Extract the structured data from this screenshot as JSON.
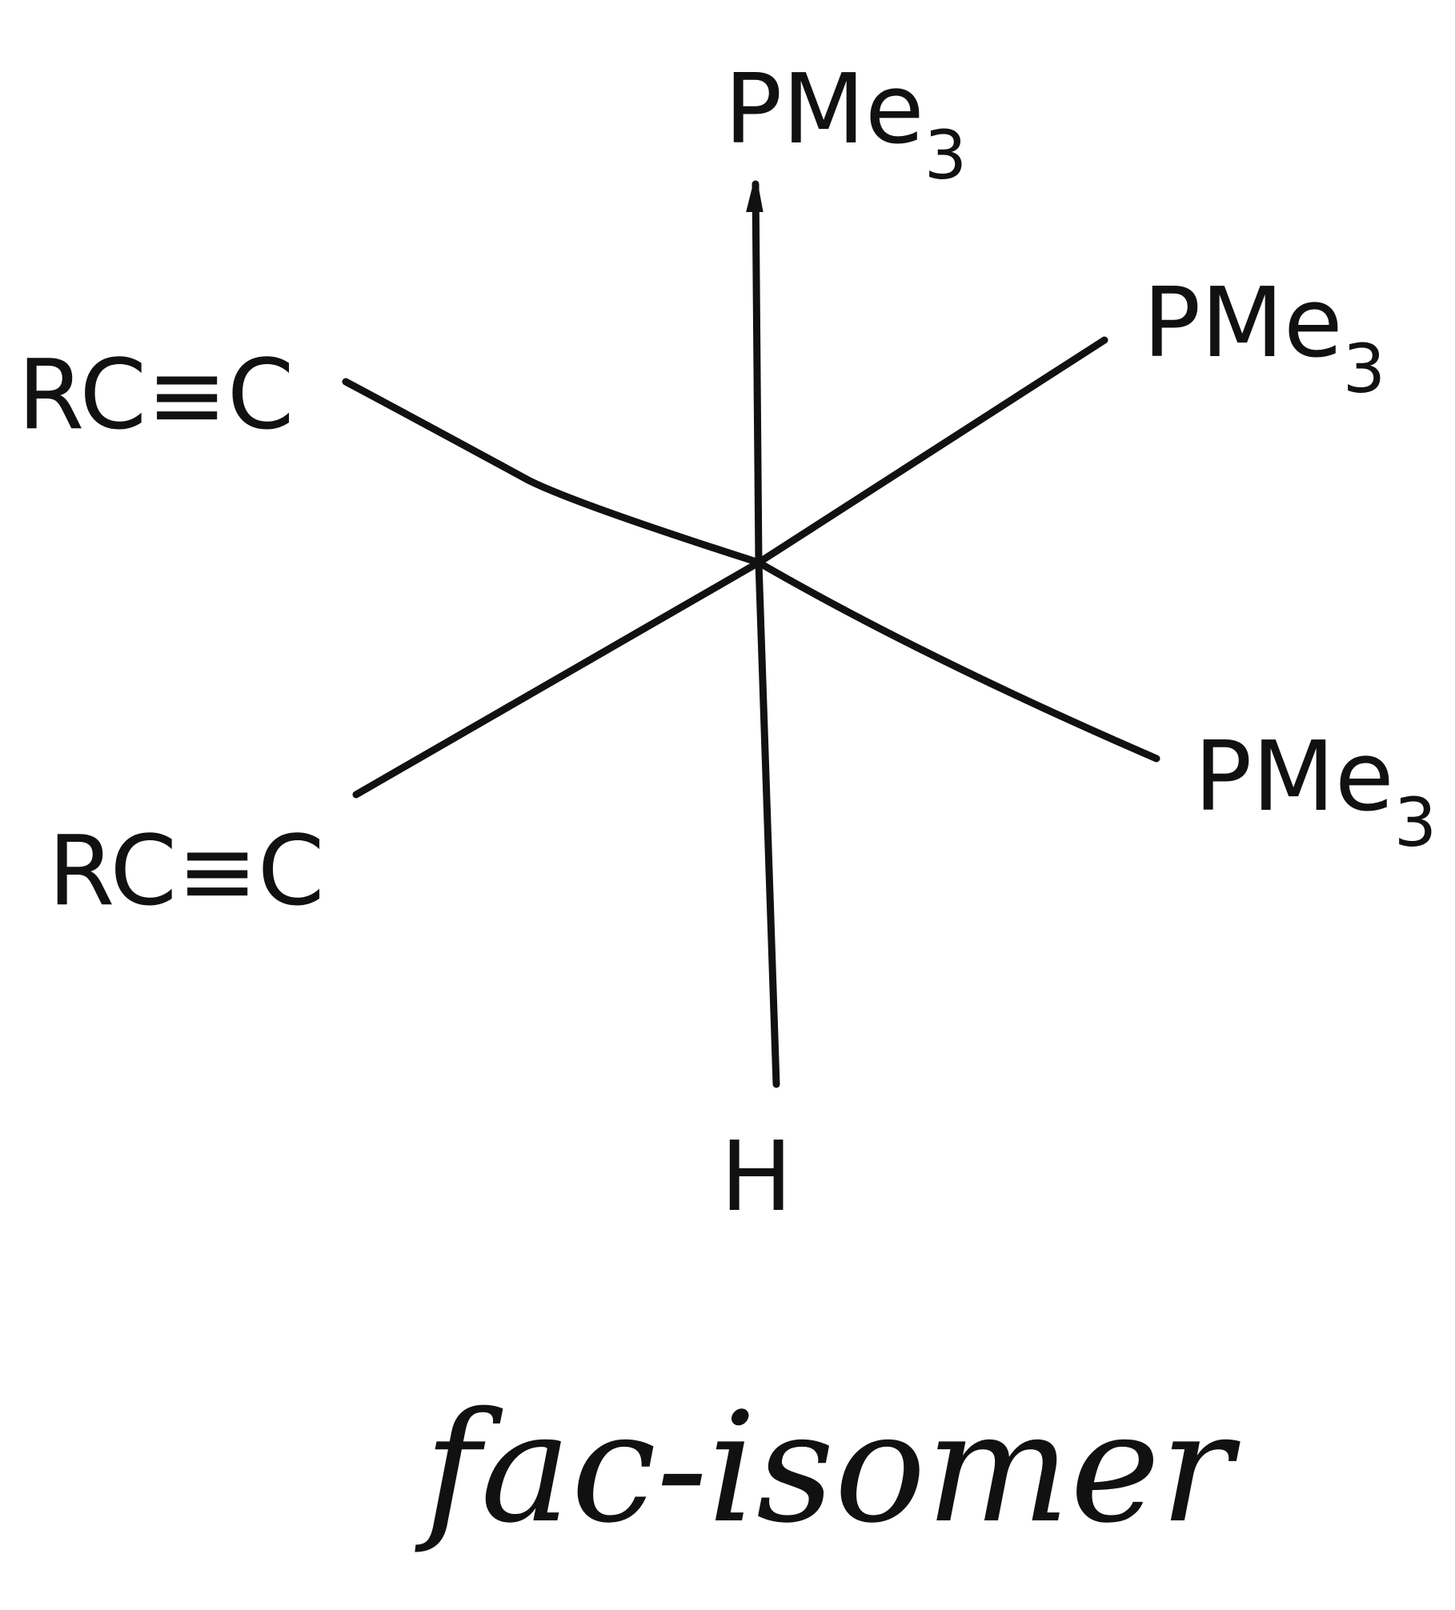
{
  "diagram": {
    "type": "octahedral complex, hand-drawn",
    "center_metal": "",
    "ligands": {
      "top": {
        "main": "PMe",
        "sub": "3"
      },
      "upper_right": {
        "main": "PMe",
        "sub": "3"
      },
      "lower_right": {
        "main": "PMe",
        "sub": "3"
      },
      "bottom": {
        "main": "H"
      },
      "upper_left": {
        "main": "RC≡C"
      },
      "lower_left": {
        "main": "RC≡C"
      }
    },
    "caption": "fac-isomer",
    "ink_color": "#111111",
    "background_color": "#ffffff"
  }
}
